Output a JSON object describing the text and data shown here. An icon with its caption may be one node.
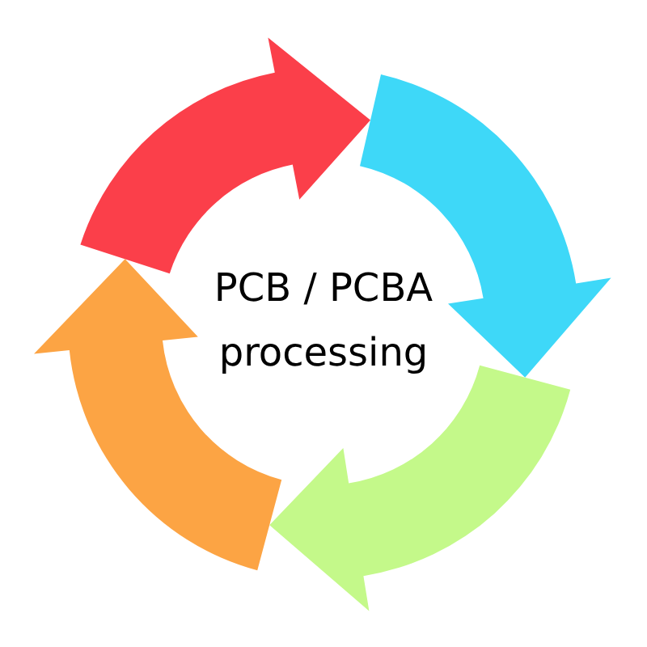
{
  "diagram": {
    "nodes": [
      {
        "text": [],
        "shape": "arrow"
      },
      {
        "text": [],
        "shape": "arrow"
      },
      {
        "text": [],
        "shape": "arrow"
      },
      {
        "text": [],
        "shape": "arrow"
      }
    ],
    "edges": [
      {
        "from": 3,
        "to": 1,
        "arrow": "to"
      },
      {
        "from": 0,
        "to": 2,
        "arrow": "to"
      },
      {
        "from": 1,
        "to": 3,
        "arrow": "to"
      },
      {
        "from": 2,
        "to": 0,
        "arrow": "to"
      }
    ],
    "labels": [
      "PCB / PCBA processing"
    ]
  }
}
